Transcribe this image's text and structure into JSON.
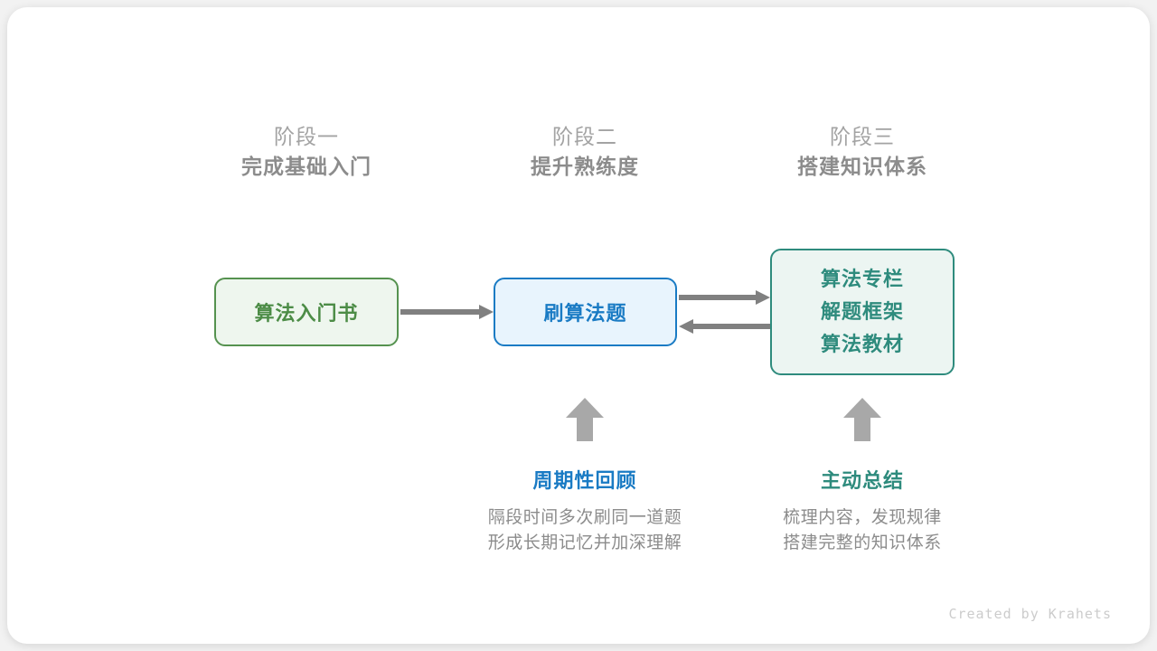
{
  "stages": [
    {
      "num": "阶段一",
      "title": "完成基础入门"
    },
    {
      "num": "阶段二",
      "title": "提升熟练度"
    },
    {
      "num": "阶段三",
      "title": "搭建知识体系"
    }
  ],
  "nodes": {
    "book": {
      "label": "算法入门书",
      "color": "#4c8c46"
    },
    "practice": {
      "label": "刷算法题",
      "color": "#1a7bc4"
    },
    "resources": {
      "lines": [
        "算法专栏",
        "解题框架",
        "算法教材"
      ],
      "color": "#2e8b7d"
    }
  },
  "annotations": [
    {
      "title": "周期性回顾",
      "color": "#1a7bc4",
      "desc_lines": [
        "隔段时间多次刷同一道题",
        "形成长期记忆并加深理解"
      ]
    },
    {
      "title": "主动总结",
      "color": "#2e8b7d",
      "desc_lines": [
        "梳理内容，发现规律",
        "搭建完整的知识体系"
      ]
    }
  ],
  "credit": "Created by Krahets",
  "colors": {
    "arrow": "#808080",
    "block_arrow": "#a8a8a8",
    "header_text": "#8c8c8c",
    "background": "#f2f2f2",
    "card": "#ffffff"
  }
}
